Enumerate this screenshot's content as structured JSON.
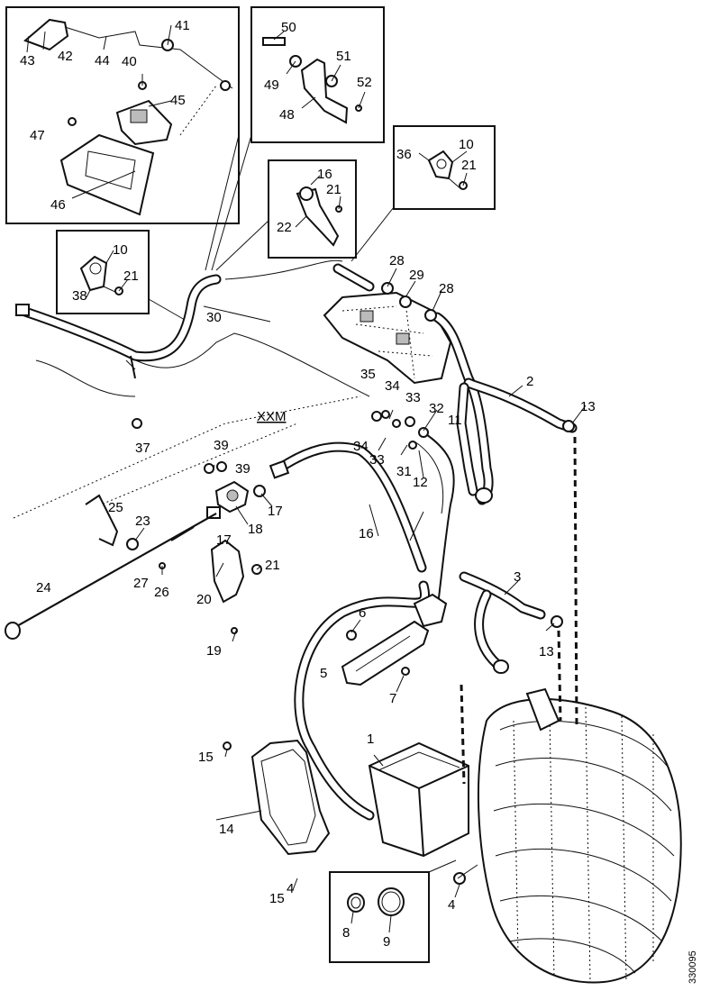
{
  "figure_id": "330095",
  "code_label": "XXM",
  "callouts": {
    "c1": "1",
    "c2": "2",
    "c3": "3",
    "c4a": "4",
    "c4b": "4",
    "c5": "5",
    "c6": "6",
    "c7": "7",
    "c8": "8",
    "c9": "9",
    "c10a": "10",
    "c10b": "10",
    "c11": "11",
    "c12": "12",
    "c13a": "13",
    "c13b": "13",
    "c14": "14",
    "c15a": "15",
    "c15b": "15",
    "c16a": "16",
    "c16b": "16",
    "c17a": "17",
    "c17b": "17",
    "c18": "18",
    "c19": "19",
    "c20": "20",
    "c21a": "21",
    "c21b": "21",
    "c21c": "21",
    "c21d": "21",
    "c22": "22",
    "c23": "23",
    "c24": "24",
    "c25": "25",
    "c26": "26",
    "c27": "27",
    "c28a": "28",
    "c28b": "28",
    "c29": "29",
    "c30": "30",
    "c31": "31",
    "c32": "32",
    "c33a": "33",
    "c33b": "33",
    "c34a": "34",
    "c34b": "34",
    "c35": "35",
    "c36": "36",
    "c37": "37",
    "c38": "38",
    "c39a": "39",
    "c39b": "39",
    "c40": "40",
    "c41": "41",
    "c42": "42",
    "c43": "43",
    "c44": "44",
    "c45": "45",
    "c46": "46",
    "c47": "47",
    "c48": "48",
    "c49": "49",
    "c50": "50",
    "c51": "51",
    "c52": "52"
  }
}
